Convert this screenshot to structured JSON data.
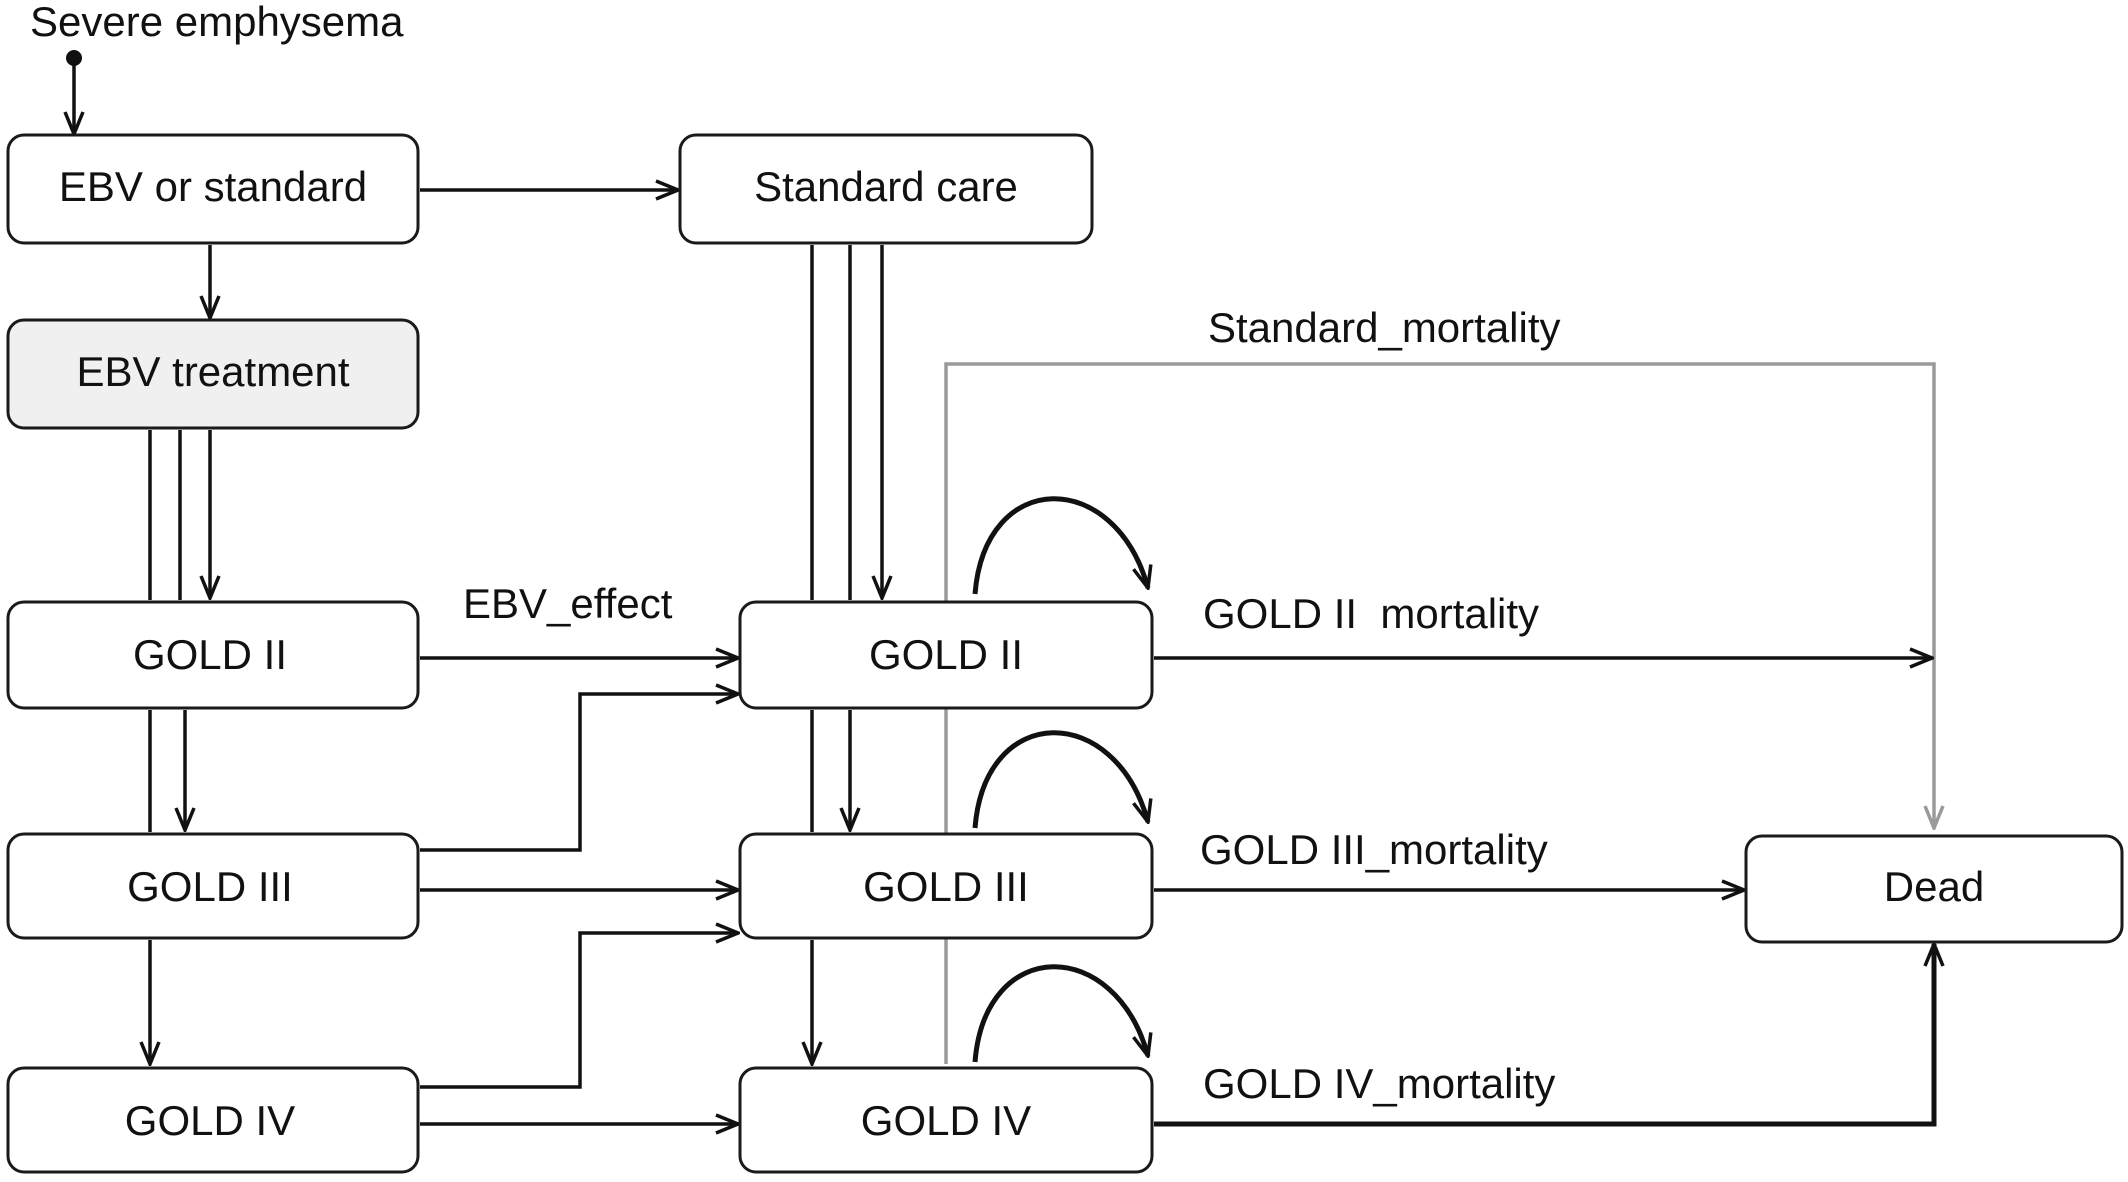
{
  "start_label": "Severe emphysema",
  "boxes": {
    "ebv_or_standard": "EBV or standard",
    "standard_care": "Standard care",
    "ebv_treatment": "EBV treatment",
    "ebv_gold2": "GOLD II",
    "ebv_gold3": "GOLD III",
    "ebv_gold4": "GOLD IV",
    "std_gold2": "GOLD II",
    "std_gold3": "GOLD III",
    "std_gold4": "GOLD IV",
    "dead": "Dead"
  },
  "edge_labels": {
    "standard_mortality": "Standard_mortality",
    "ebv_effect": "EBV_effect",
    "gold2_mortality": "GOLD II  mortality",
    "gold3_mortality": "GOLD III_mortality",
    "gold4_mortality": "GOLD IV_mortality"
  },
  "colors": {
    "line": "#111111",
    "grey_line": "#9a9a9a",
    "shaded_box": "#f0f0f0"
  }
}
